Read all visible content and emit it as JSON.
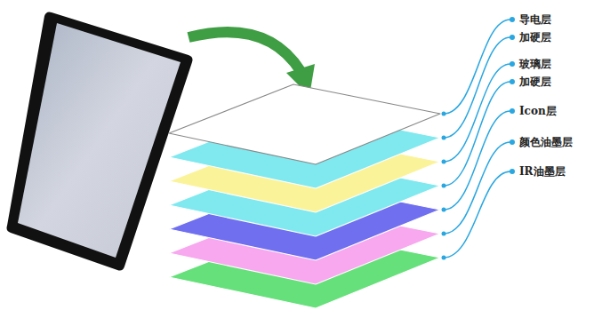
{
  "diagram": {
    "labels": [
      "导电层",
      "加硬层",
      "玻璃层",
      "加硬层",
      "Icon层",
      "颜色油墨层",
      "IR油墨层"
    ]
  }
}
